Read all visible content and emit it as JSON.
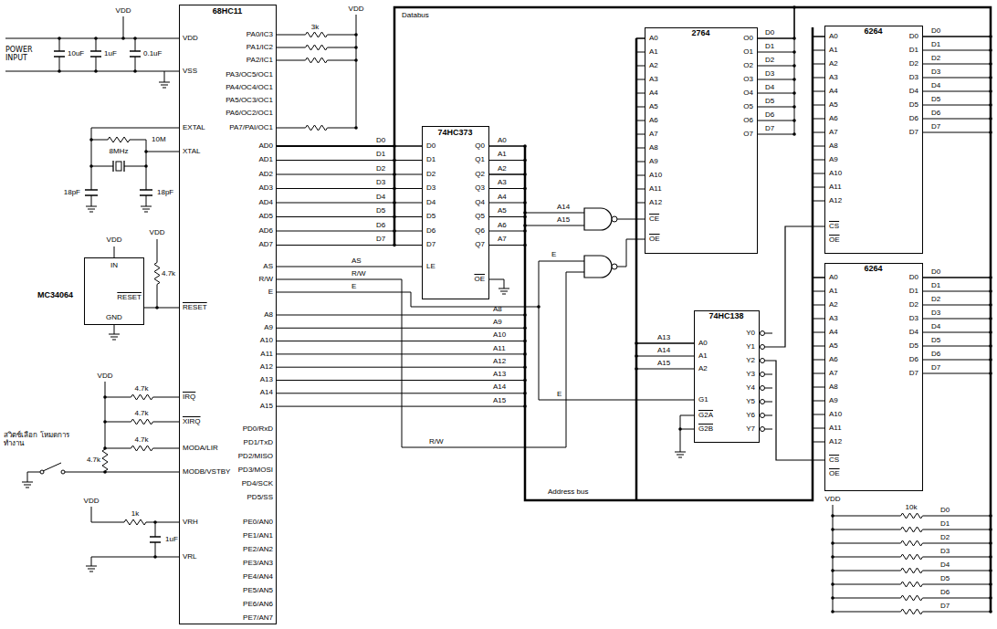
{
  "diagram": {
    "nodes": [
      {
        "text": [
          "68HC11"
        ]
      },
      {
        "text": [
          "74HC373"
        ]
      },
      {
        "text": [
          "2764"
        ]
      },
      {
        "text": [
          "6264"
        ]
      },
      {
        "text": [
          "74HC138"
        ]
      },
      {
        "text": [
          "6264"
        ]
      },
      {
        "text": [
          "MC34064"
        ]
      }
    ],
    "edges": [
      {
        "from": 6,
        "to": 0,
        "arrow": "none"
      },
      {
        "from": 0,
        "to": 1,
        "arrow": "none"
      },
      {
        "from": 1,
        "to": 2,
        "arrow": "none"
      },
      {
        "from": 1,
        "to": 3,
        "arrow": "none"
      },
      {
        "from": 1,
        "to": 5,
        "arrow": "none"
      },
      {
        "from": 0,
        "to": 4,
        "arrow": "none"
      },
      {
        "from": 4,
        "to": 3,
        "arrow": "none"
      },
      {
        "from": 4,
        "to": 5,
        "arrow": "none"
      },
      {
        "from": 0,
        "to": 2,
        "arrow": "none"
      },
      {
        "from": 0,
        "to": 3,
        "arrow": "none"
      },
      {
        "from": 0,
        "to": 5,
        "arrow": "none"
      }
    ],
    "labels": [
      "VDD",
      "VSS",
      "EXTAL",
      "XTAL",
      "RESET",
      "IRQ",
      "XIRQ",
      "MODA/LIR",
      "MODB/VSTBY",
      "VRH",
      "VRL",
      "PA0/IC3",
      "PA1/IC2",
      "PA2/IC1",
      "PA3/OC5/OC1",
      "PA4/OC4/OC1",
      "PA5/OC3/OC1",
      "PA6/OC2/OC1",
      "PA7/PAI/OC1",
      "AD0",
      "AD1",
      "AD2",
      "AD3",
      "AD4",
      "AD5",
      "AD6",
      "AD7",
      "AS",
      "R/W",
      "E",
      "A8",
      "A9",
      "A10",
      "A11",
      "A12",
      "A13",
      "A14",
      "A15",
      "PD0/RxD",
      "PD1/TxD",
      "PD2/MISO",
      "PD3/MOSI",
      "PD4/SCK",
      "PD5/SS",
      "PE0/AN0",
      "PE1/AN1",
      "PE2/AN2",
      "PE3/AN3",
      "PE4/AN4",
      "PE5/AN5",
      "PE6/AN6",
      "PE7/AN7",
      "D0",
      "D1",
      "D2",
      "D3",
      "D4",
      "D5",
      "D6",
      "D7",
      "Q0",
      "Q1",
      "Q2",
      "Q3",
      "Q4",
      "Q5",
      "Q6",
      "Q7",
      "LE",
      "OE",
      "D0",
      "D1",
      "D2",
      "D3",
      "D4",
      "D5",
      "D6",
      "D7",
      "AS",
      "R/W",
      "E",
      "A0",
      "A1",
      "A2",
      "A3",
      "A4",
      "A5",
      "A6",
      "A7",
      "A8",
      "A9",
      "A10",
      "A11",
      "A12",
      "A13",
      "A14",
      "A15",
      "A0",
      "A1",
      "A2",
      "A3",
      "A4",
      "A5",
      "A6",
      "A7",
      "A8",
      "A9",
      "A10",
      "A11",
      "A12",
      "CE",
      "OE",
      "O0",
      "O1",
      "O2",
      "O3",
      "O4",
      "O5",
      "O6",
      "O7",
      "D0",
      "D1",
      "D2",
      "D3",
      "D4",
      "D5",
      "D6",
      "D7",
      "A0",
      "A1",
      "A2",
      "A3",
      "A4",
      "A5",
      "A6",
      "A7",
      "A8",
      "A9",
      "A10",
      "A11",
      "A12",
      "CS",
      "OE",
      "D0",
      "D1",
      "D2",
      "D3",
      "D4",
      "D5",
      "D6",
      "D7",
      "D0",
      "D1",
      "D2",
      "D3",
      "D4",
      "D5",
      "D6",
      "D7",
      "A0",
      "A1",
      "A2",
      "A3",
      "A4",
      "A5",
      "A6",
      "A7",
      "A8",
      "A9",
      "A10",
      "A11",
      "A12",
      "CS",
      "OE",
      "D0",
      "D1",
      "D2",
      "D3",
      "D4",
      "D5",
      "D6",
      "D7",
      "D0",
      "D1",
      "D2",
      "D3",
      "D4",
      "D5",
      "D6",
      "D7",
      "A0",
      "A1",
      "A2",
      "G1",
      "G2A",
      "G2B",
      "Y0",
      "Y1",
      "Y2",
      "Y3",
      "Y4",
      "Y5",
      "Y6",
      "Y7",
      "A13",
      "A14",
      "A15",
      "E",
      "R/W",
      "A14",
      "A15",
      "E",
      "IN",
      "RESET",
      "GND",
      "POWER INPUT",
      "10uF",
      "1uF",
      "0.1uF",
      "VDD",
      "10M",
      "8MHz",
      "18pF",
      "18pF",
      "VDD",
      "VDD",
      "4.7k",
      "4.7k",
      "4.7k",
      "4.7k",
      "VDD",
      "4.7k",
      "สวิตช์เลือก โหมดการทำงาน",
      "VDD",
      "1k",
      "1uF",
      "VDD",
      "3k",
      "Databus",
      "Address bus",
      "VDD",
      "10k",
      "D0",
      "D1",
      "D2",
      "D3",
      "D4",
      "D5",
      "D6",
      "D7"
    ]
  }
}
